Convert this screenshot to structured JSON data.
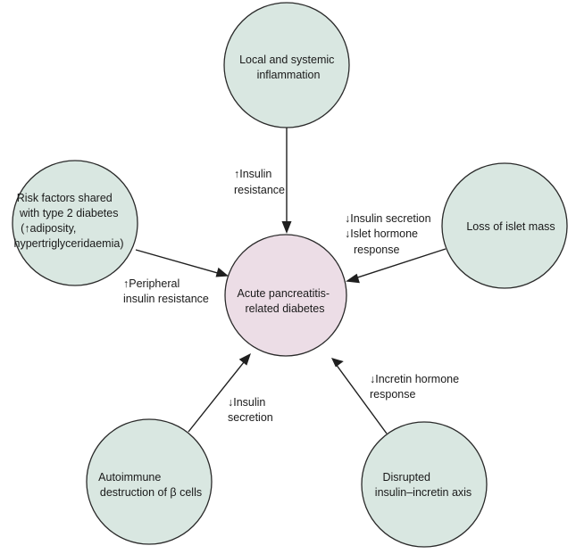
{
  "center": {
    "lines": [
      "Acute pancreatitis-",
      "related diabetes"
    ]
  },
  "nodes": {
    "inflammation": {
      "lines": [
        "Local and systemic",
        "inflammation"
      ]
    },
    "risk_factors": {
      "lines": [
        "Risk factors shared",
        "with type 2 diabetes",
        "(↑adiposity,",
        "hypertriglyceridaemia)"
      ]
    },
    "islet_mass": {
      "lines": [
        "Loss of islet mass"
      ]
    },
    "autoimmune": {
      "lines": [
        "Autoimmune",
        "destruction of β cells"
      ]
    },
    "incretin": {
      "lines": [
        "Disrupted",
        "insulin–incretin axis"
      ]
    }
  },
  "edges": {
    "inflammation": {
      "lines": [
        "↑Insulin",
        "resistance"
      ]
    },
    "risk_factors": {
      "lines": [
        "↑Peripheral",
        "insulin resistance"
      ]
    },
    "islet_mass": {
      "lines": [
        "↓Insulin secretion",
        "↓Islet hormone",
        "response"
      ]
    },
    "autoimmune": {
      "lines": [
        "↓Insulin",
        "secretion"
      ]
    },
    "incretin": {
      "lines": [
        "↓Incretin hormone",
        "response"
      ]
    }
  },
  "colors": {
    "outer_node_fill": "#d9e7e1",
    "center_node_fill": "#ecdde6",
    "stroke": "#2a2a2a"
  }
}
